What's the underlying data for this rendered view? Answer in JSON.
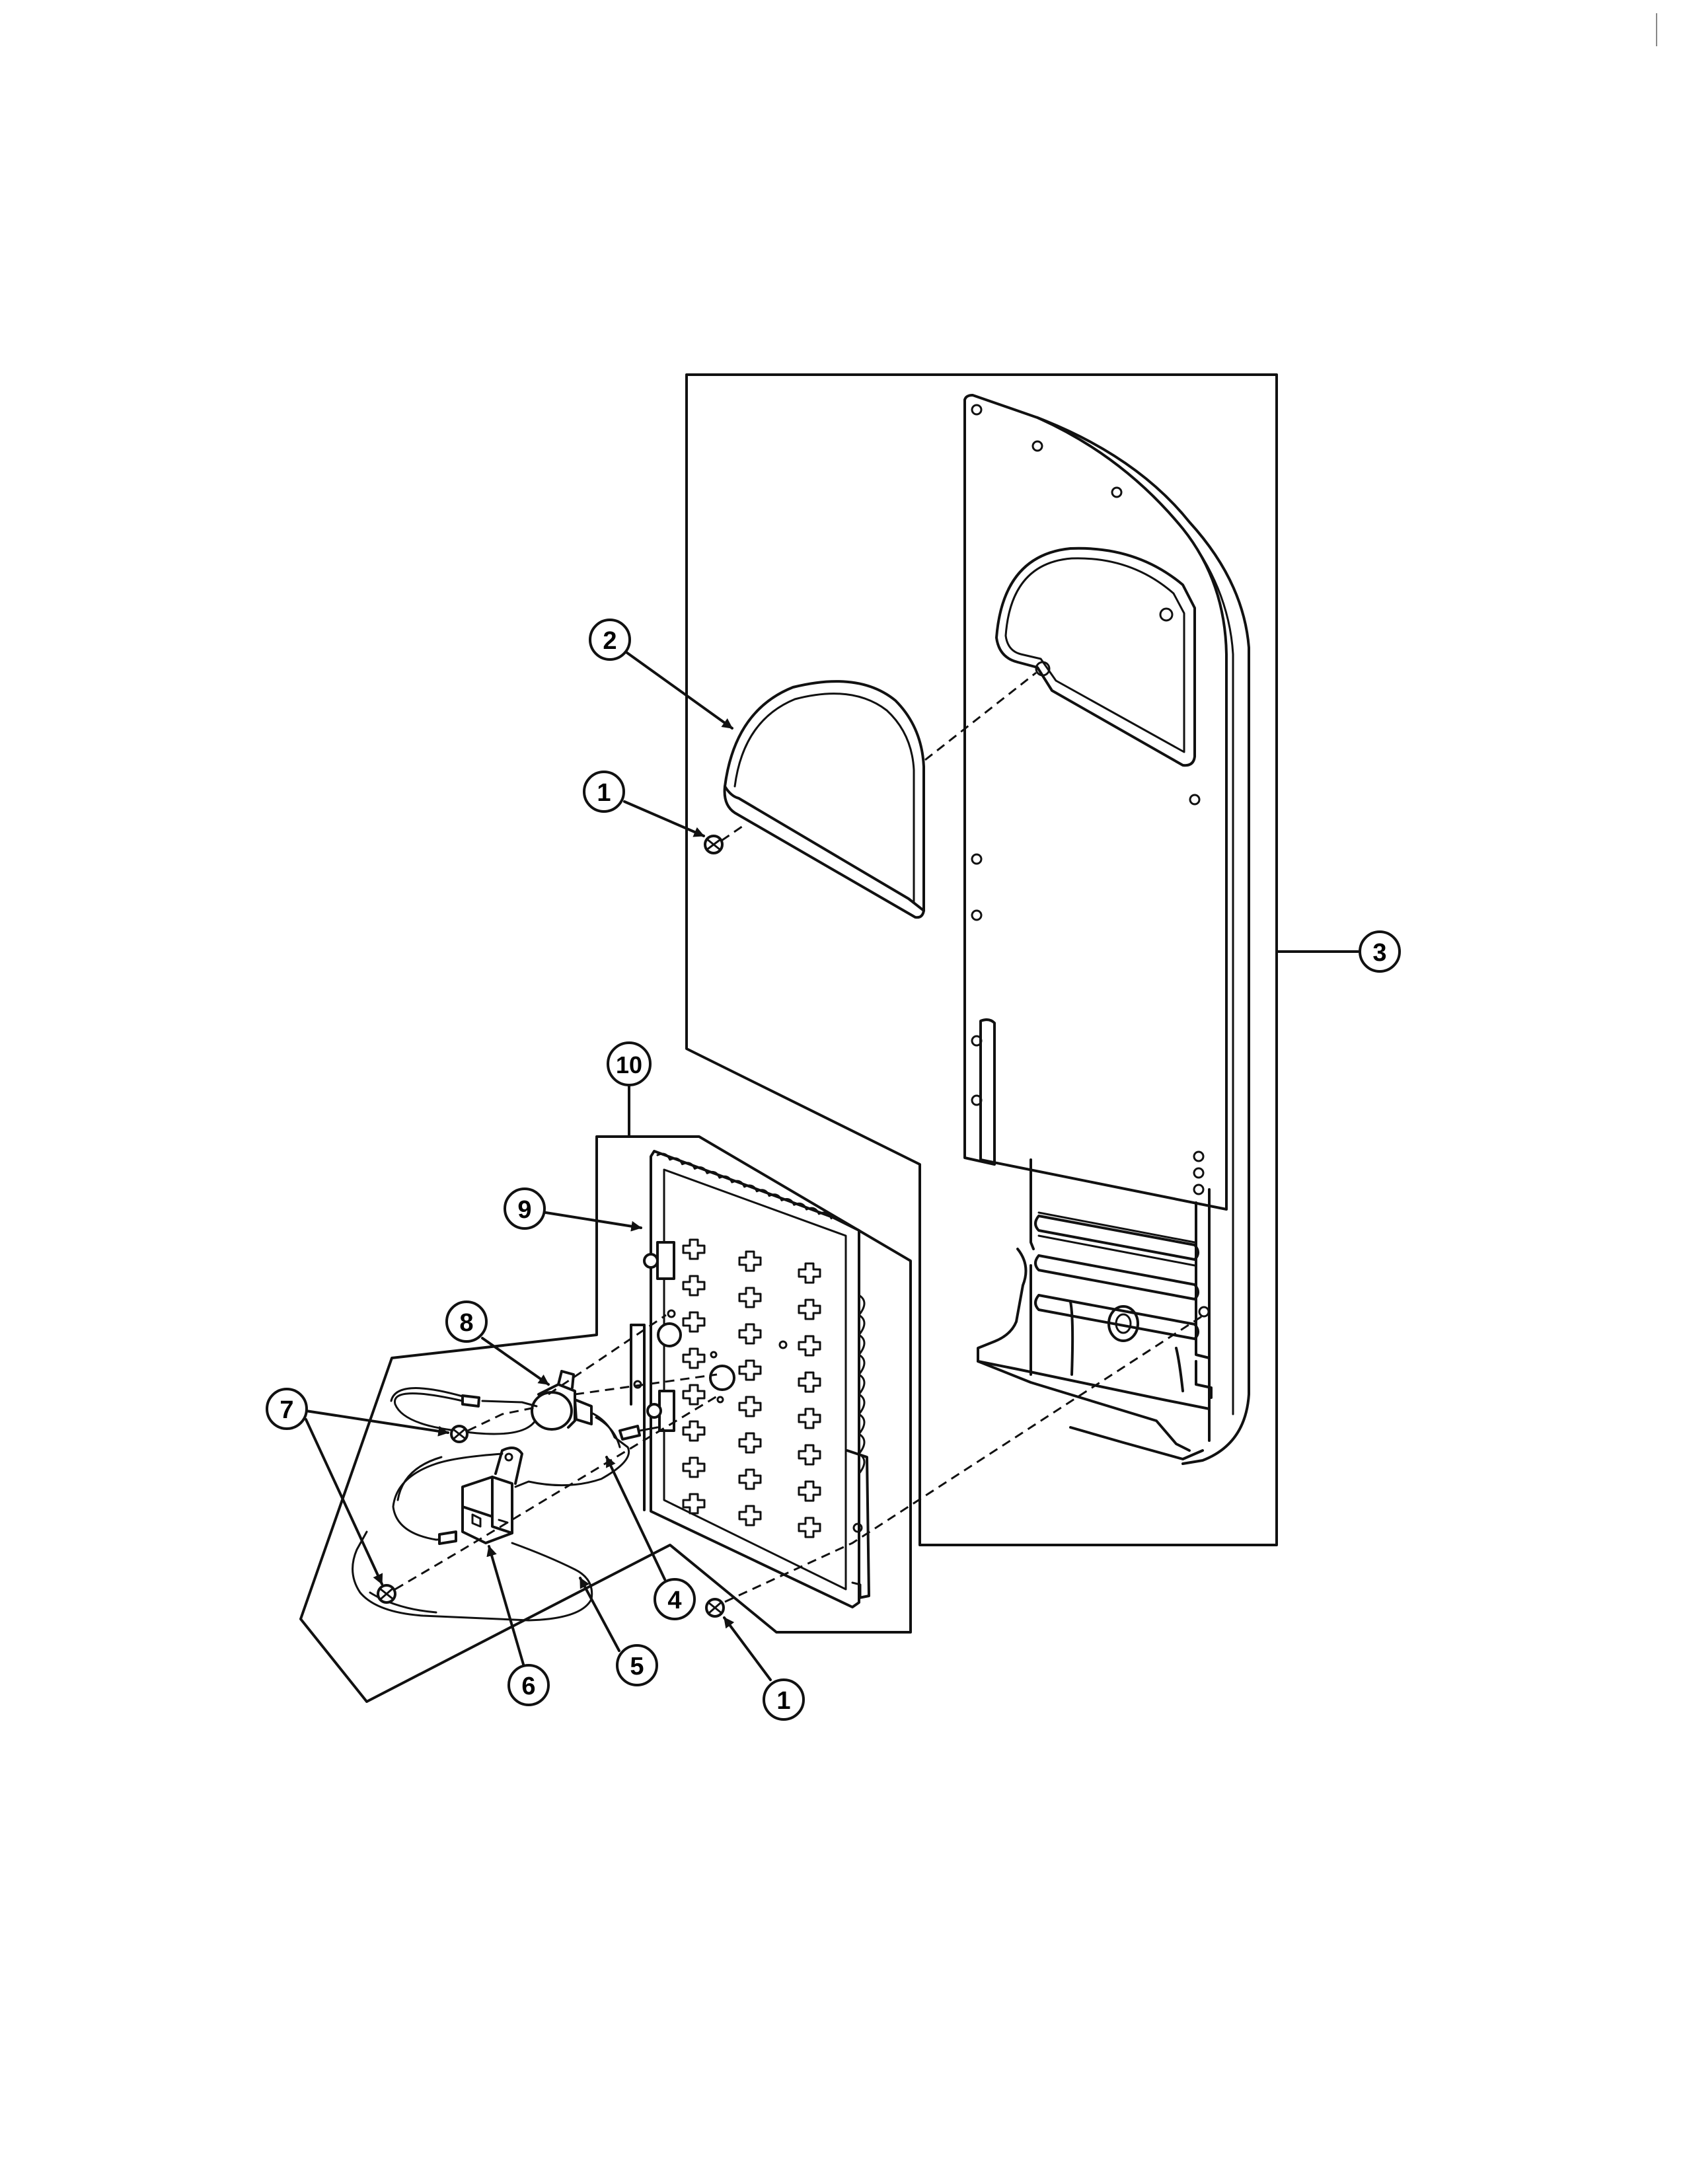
{
  "diagram": {
    "callouts": [
      {
        "id": "c1a",
        "label": "1"
      },
      {
        "id": "c1b",
        "label": "1"
      },
      {
        "id": "c2",
        "label": "2"
      },
      {
        "id": "c3",
        "label": "3"
      },
      {
        "id": "c4",
        "label": "4"
      },
      {
        "id": "c5",
        "label": "5"
      },
      {
        "id": "c6",
        "label": "6"
      },
      {
        "id": "c7",
        "label": "7"
      },
      {
        "id": "c8",
        "label": "8"
      },
      {
        "id": "c9",
        "label": "9"
      },
      {
        "id": "c10",
        "label": "10"
      }
    ]
  },
  "colors": {
    "ink": "#111111",
    "paper": "#ffffff"
  }
}
